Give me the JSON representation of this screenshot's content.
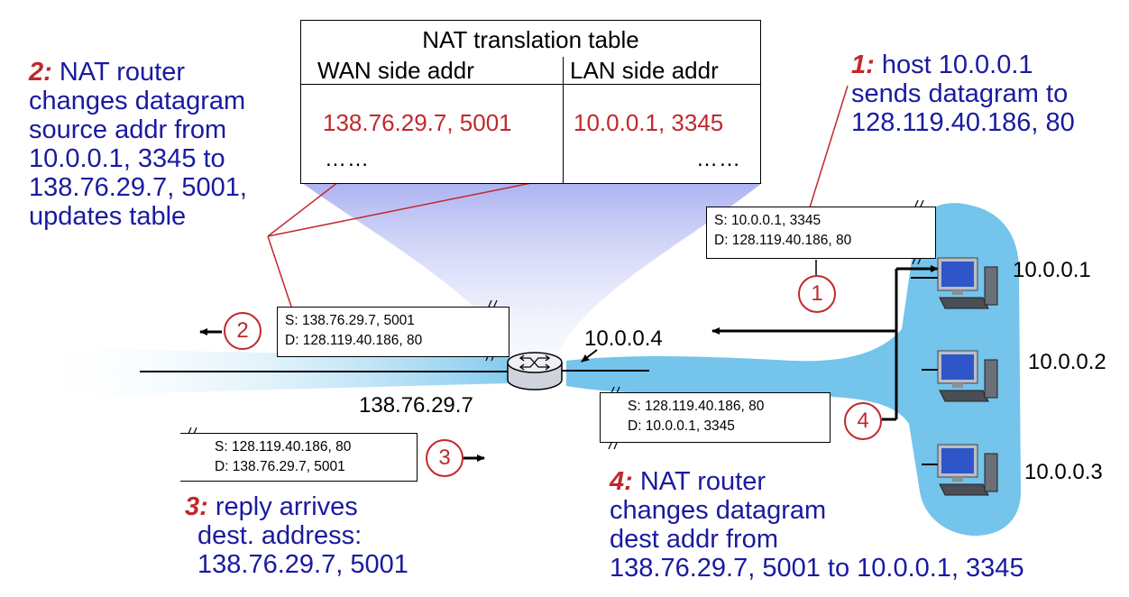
{
  "nat_table": {
    "title": "NAT translation table",
    "wan_header": "WAN side addr",
    "lan_header": "LAN side addr",
    "wan_value": "138.76.29.7, 5001",
    "lan_value": "10.0.0.1, 3345",
    "wan_more": "……",
    "lan_more": "……"
  },
  "step1": {
    "num": "1:",
    "lines": [
      "host 10.0.0.1",
      "sends datagram to",
      "128.119.40.186, 80"
    ]
  },
  "step2": {
    "num": "2:",
    "lines": [
      "NAT router",
      "changes datagram",
      "source addr from",
      "10.0.0.1, 3345 to",
      "138.76.29.7, 5001,",
      "updates table"
    ]
  },
  "step3": {
    "num": "3:",
    "lines": [
      "reply arrives",
      "dest. address:",
      "138.76.29.7, 5001"
    ]
  },
  "step4": {
    "num": "4:",
    "lines": [
      "NAT router",
      "changes datagram",
      "dest addr from",
      "138.76.29.7, 5001 to 10.0.0.1, 3345"
    ]
  },
  "packets": {
    "p1": {
      "src": "S: 10.0.0.1, 3345",
      "dst": "D: 128.119.40.186, 80"
    },
    "p2": {
      "src": "S: 138.76.29.7, 5001",
      "dst": "D: 128.119.40.186, 80"
    },
    "p3": {
      "src": "S: 128.119.40.186, 80",
      "dst": "D: 138.76.29.7, 5001"
    },
    "p4": {
      "src": "S: 128.119.40.186, 80",
      "dst": "D: 10.0.0.1, 3345"
    }
  },
  "markers": {
    "m1": "1",
    "m2": "2",
    "m3": "3",
    "m4": "4"
  },
  "addresses": {
    "router_lan": "10.0.0.4",
    "router_wan": "138.76.29.7",
    "host1": "10.0.0.1",
    "host2": "10.0.0.2",
    "host3": "10.0.0.3"
  },
  "colors": {
    "red": "#c0282c",
    "navy": "#1a1aa0",
    "lan_blue": "#74c4ec"
  }
}
